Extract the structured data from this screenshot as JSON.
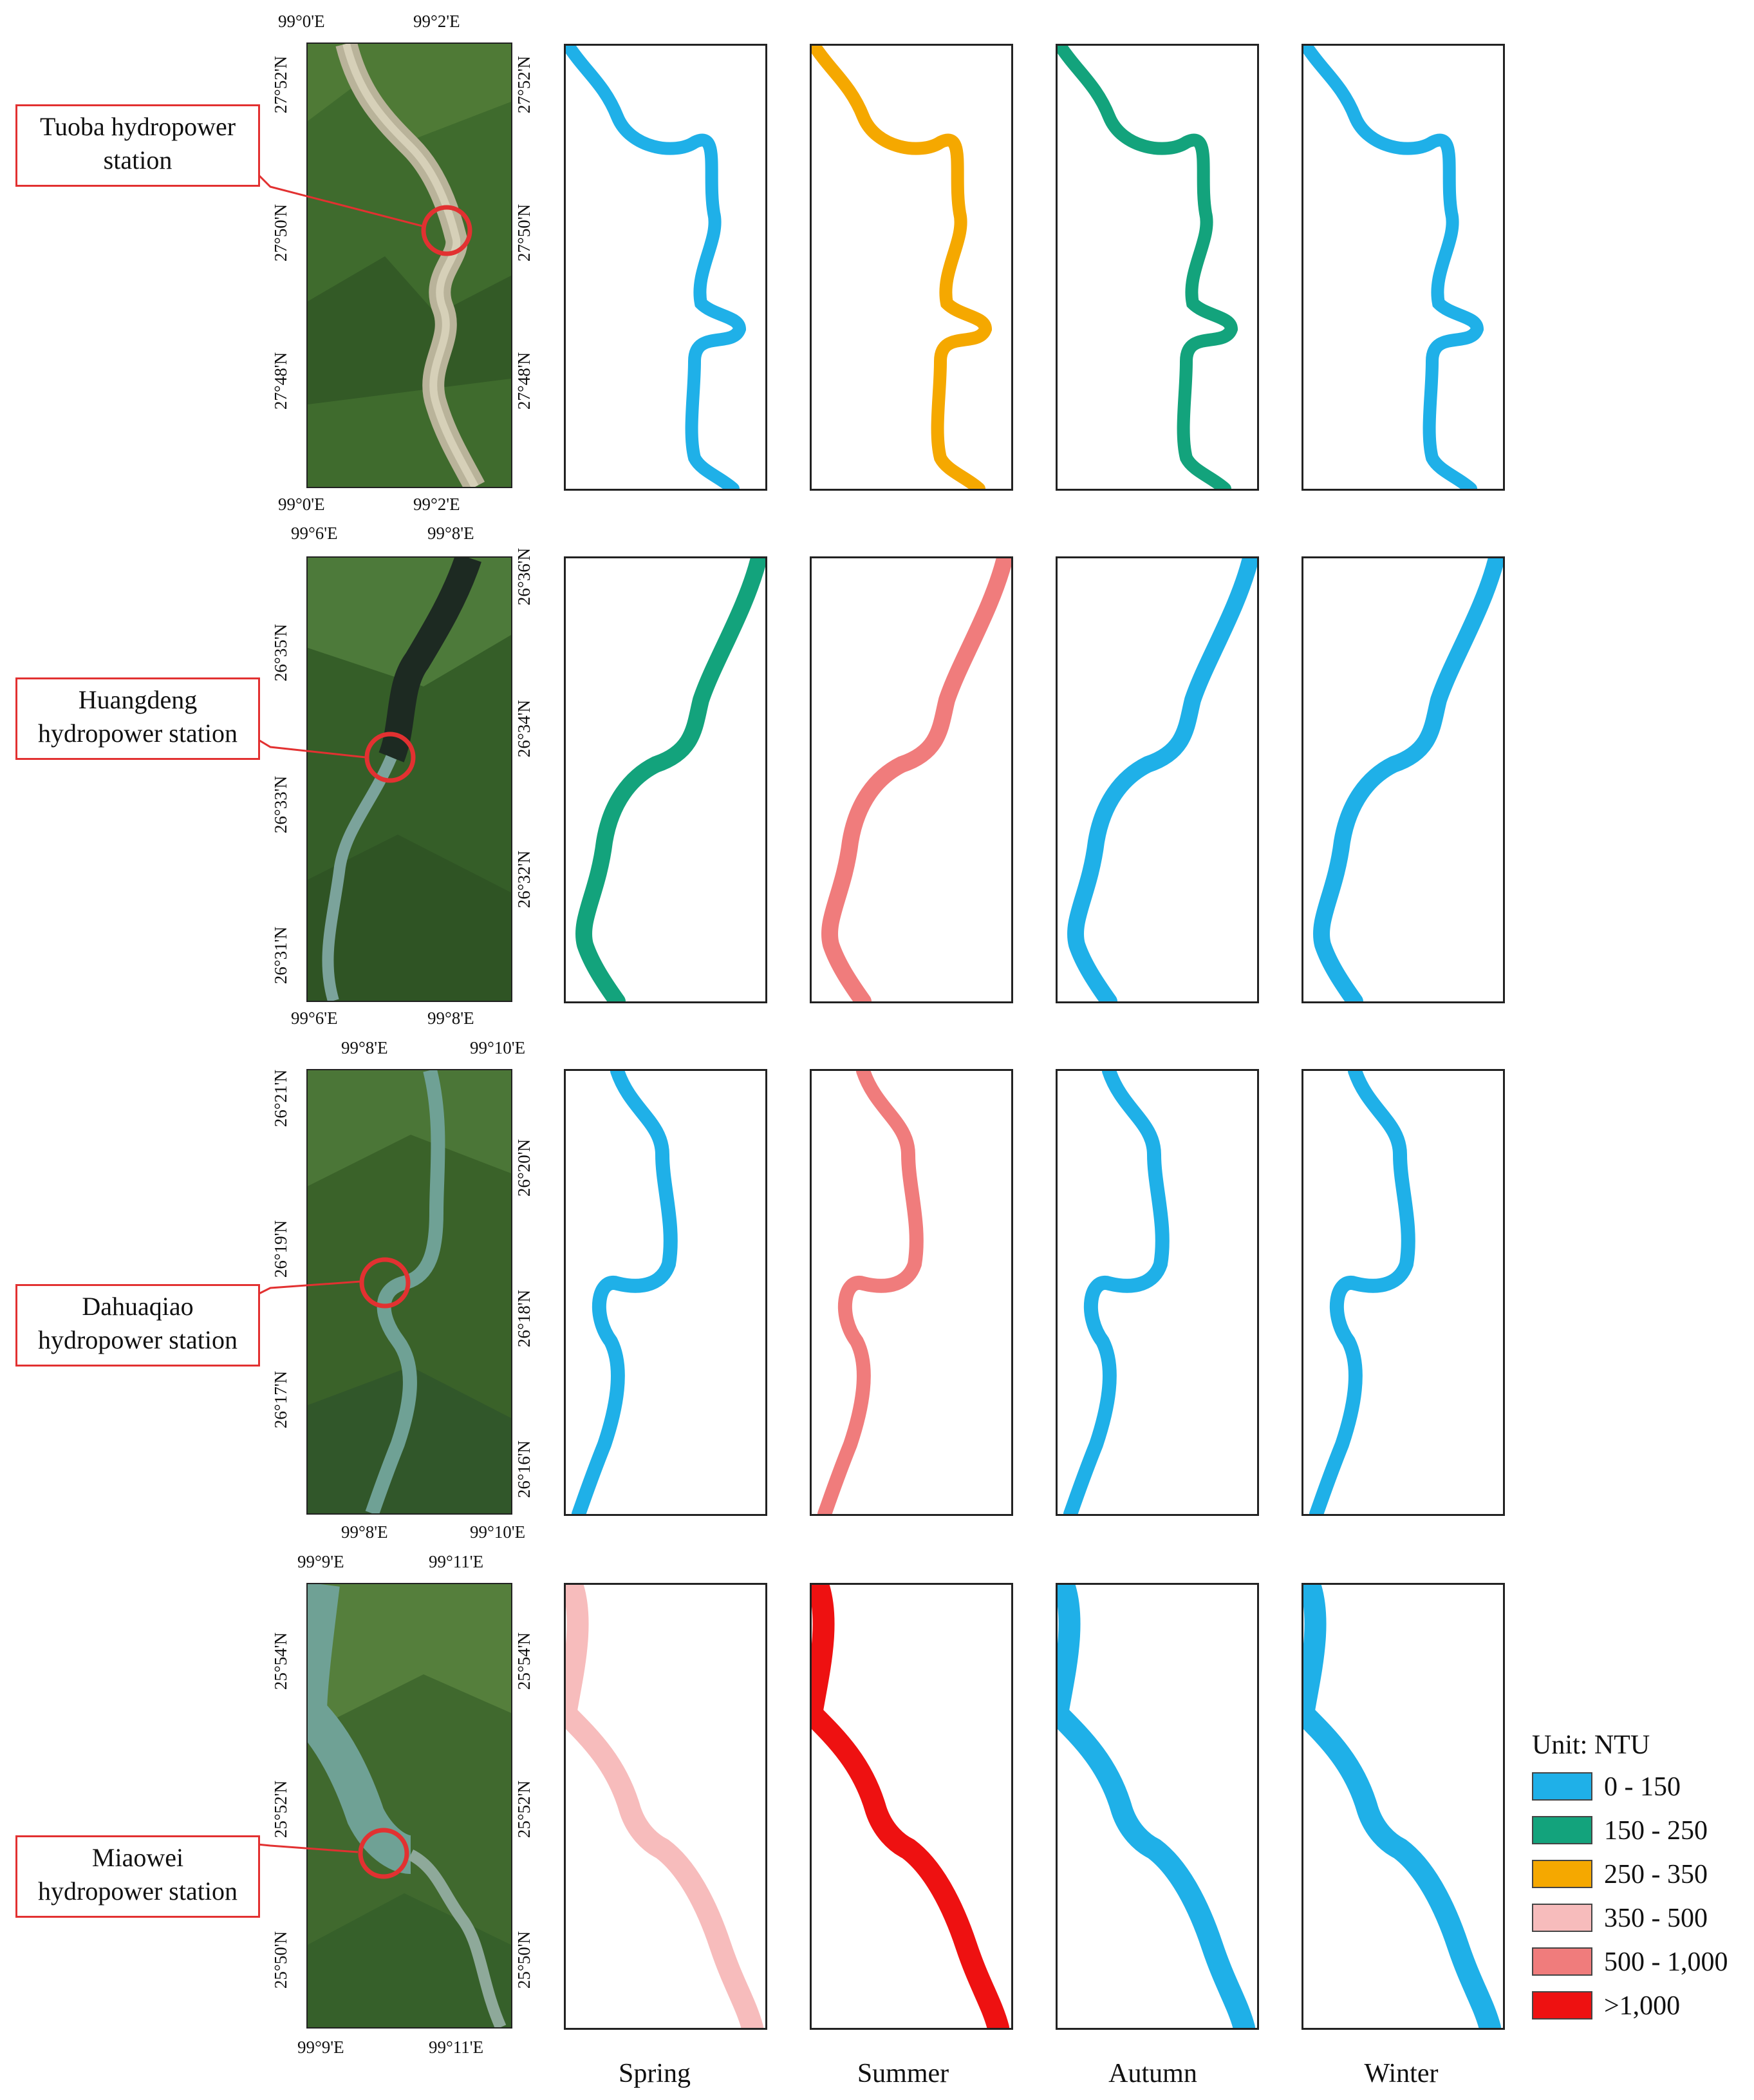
{
  "rows": [
    {
      "station": "Tuoba hydropower station",
      "lon_ticks_top": [
        "99°0'E",
        "99°2'E"
      ],
      "lon_ticks_bottom": [
        "99°0'E",
        "99°2'E"
      ],
      "lat_ticks_left": [
        "27°52'N",
        "27°50'N",
        "27°48'N"
      ],
      "lat_ticks_right": [
        "27°52'N",
        "27°50'N",
        "27°48'N"
      ],
      "turbidity_class_by_season": {
        "spring": "0 - 150",
        "summer": "250 - 350",
        "autumn": "150 - 250",
        "winter": "0 - 150"
      }
    },
    {
      "station": "Huangdeng hydropower station",
      "lon_ticks_top": [
        "99°6'E",
        "99°8'E"
      ],
      "lon_ticks_bottom": [
        "99°6'E",
        "99°8'E"
      ],
      "lat_ticks_left": [
        "26°35'N",
        "26°33'N",
        "26°31'N"
      ],
      "lat_ticks_right": [
        "26°36'N",
        "26°34'N",
        "26°32'N"
      ],
      "turbidity_class_by_season": {
        "spring": "150 - 250",
        "summer": "500 - 1,000",
        "autumn": "0 - 150",
        "winter": "0 - 150"
      }
    },
    {
      "station": "Dahuaqiao hydropower station",
      "lon_ticks_top": [
        "99°8'E",
        "99°10'E"
      ],
      "lon_ticks_bottom": [
        "99°8'E",
        "99°10'E"
      ],
      "lat_ticks_left": [
        "26°21'N",
        "26°19'N",
        "26°17'N"
      ],
      "lat_ticks_right": [
        "26°20'N",
        "26°18'N",
        "26°16'N"
      ],
      "turbidity_class_by_season": {
        "spring": "0 - 150",
        "summer": "500 - 1,000",
        "autumn": "0 - 150",
        "winter": "0 - 150"
      }
    },
    {
      "station": "Miaowei hydropower station",
      "lon_ticks_top": [
        "99°9'E",
        "99°11'E"
      ],
      "lon_ticks_bottom": [
        "99°9'E",
        "99°11'E"
      ],
      "lat_ticks_left": [
        "25°54'N",
        "25°52'N",
        "25°50'N"
      ],
      "lat_ticks_right": [
        "25°54'N",
        "25°52'N",
        "25°50'N"
      ],
      "turbidity_class_by_season": {
        "spring": "350 - 500",
        "summer": ">1,000",
        "autumn": "0 - 150",
        "winter": "0 - 150"
      }
    }
  ],
  "station_labels": [
    {
      "line1": "Tuoba hydropower",
      "line2": "station"
    },
    {
      "line1": "Huangdeng",
      "line2": "hydropower station"
    },
    {
      "line1": "Dahuaqiao",
      "line2": "hydropower station"
    },
    {
      "line1": "Miaowei",
      "line2": "hydropower station"
    }
  ],
  "seasons": [
    "Spring",
    "Summer",
    "Autumn",
    "Winter"
  ],
  "legend": {
    "title": "Unit: NTU",
    "classes": [
      {
        "label": "0 - 150",
        "color": "#1fb0e8"
      },
      {
        "label": "150 - 250",
        "color": "#13a37c"
      },
      {
        "label": "250 - 350",
        "color": "#f5a800"
      },
      {
        "label": "350 - 500",
        "color": "#f7bcbc"
      },
      {
        "label": "500 - 1,000",
        "color": "#f07c7c"
      },
      {
        "label": ">1,000",
        "color": "#ee1111"
      }
    ]
  },
  "colors": {
    "station_marker": "#e23131",
    "satellite_base": "#3d6a2c",
    "river_satellite": "#7a9f96"
  }
}
